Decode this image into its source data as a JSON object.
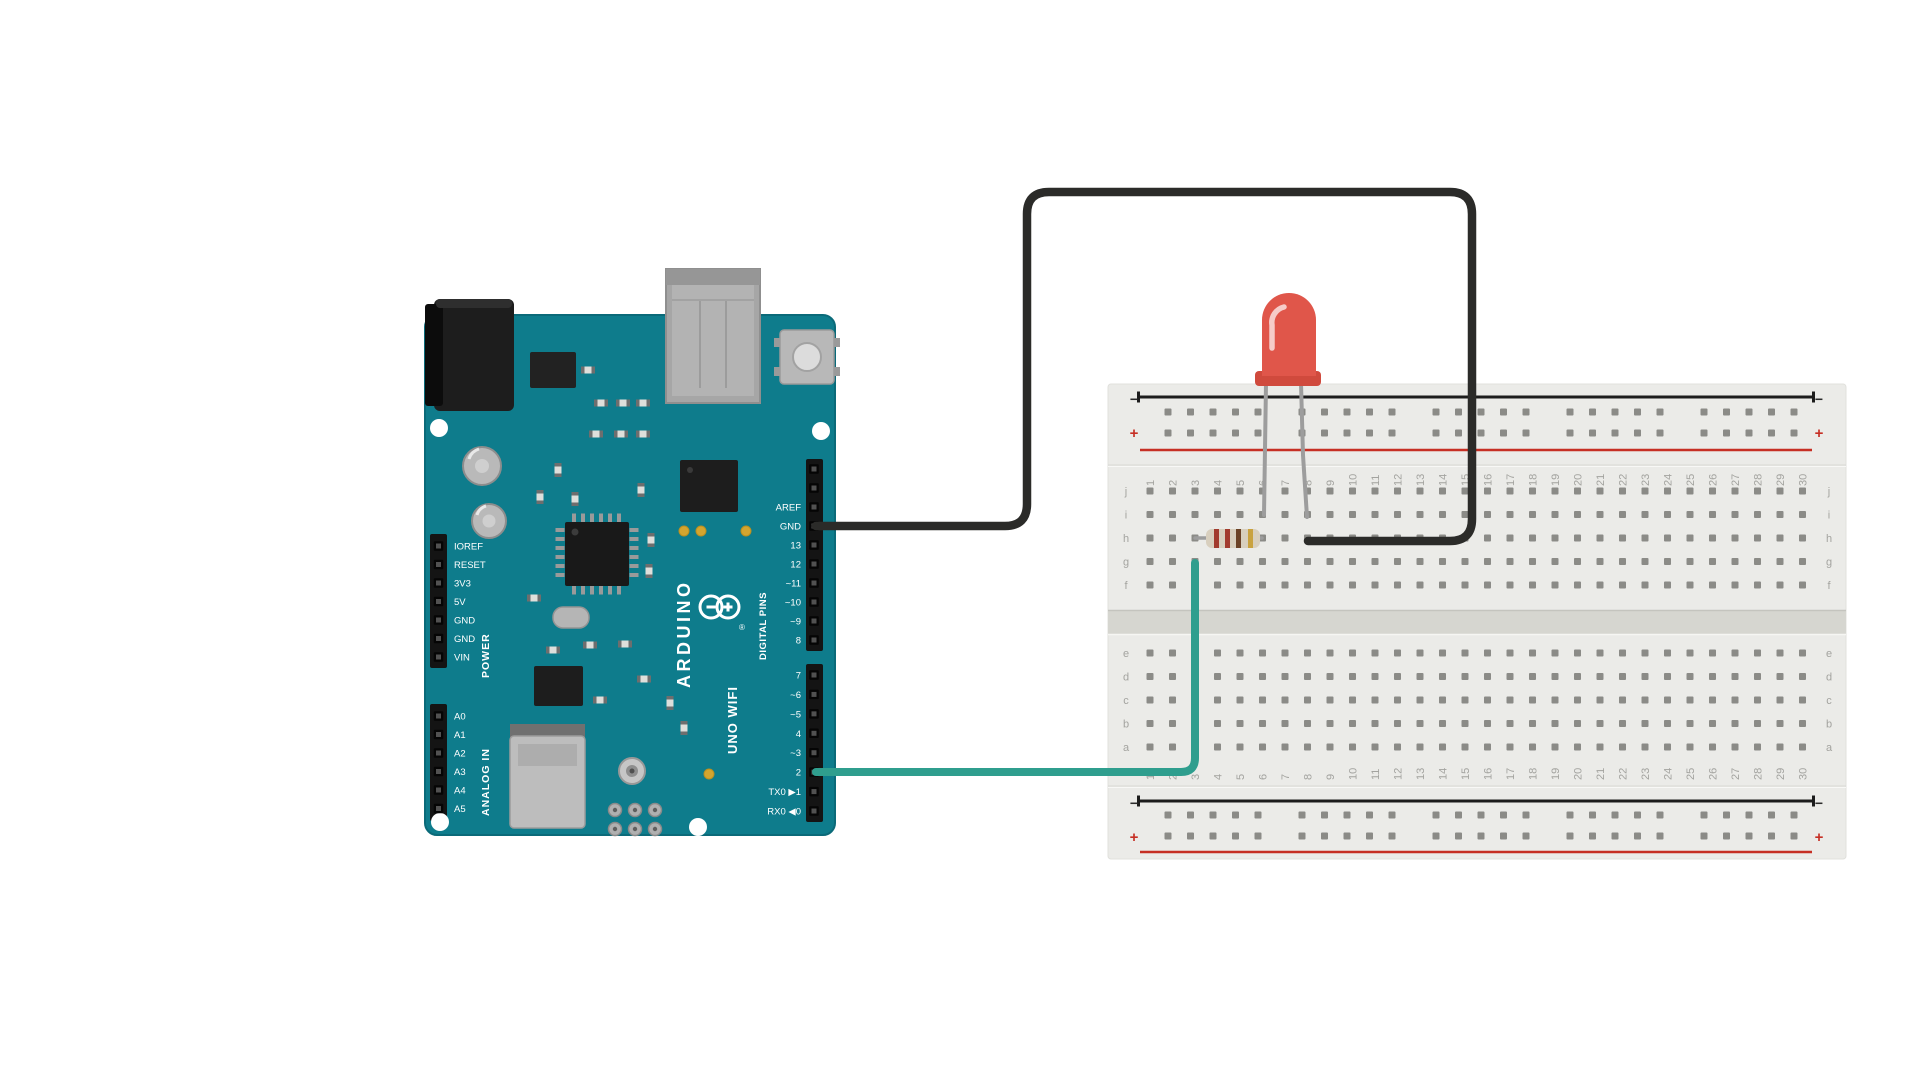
{
  "arduino": {
    "brand": "ARDUINO",
    "registered_mark": "®",
    "model": "UNO WIFI",
    "board_color": "#0e7c8c",
    "labels": {
      "power": "POWER",
      "analog": "ANALOG IN",
      "digital": "DIGITAL PINS"
    },
    "pins": {
      "power": [
        "IOREF",
        "RESET",
        "3V3",
        "5V",
        "GND",
        "GND",
        "VIN"
      ],
      "analog": [
        "A0",
        "A1",
        "A2",
        "A3",
        "A4",
        "A5"
      ],
      "digital_top": [
        "AREF",
        "GND",
        "13",
        "12",
        "~11",
        "~10",
        "~9",
        "8"
      ],
      "digital_bottom": [
        "7",
        "~6",
        "~5",
        "4",
        "~3",
        "2",
        "TX0 ▶1",
        "RX0 ◀0"
      ]
    }
  },
  "breadboard": {
    "columns": [
      "1",
      "2",
      "3",
      "4",
      "5",
      "6",
      "7",
      "8",
      "9",
      "10",
      "11",
      "12",
      "13",
      "14",
      "15",
      "16",
      "17",
      "18",
      "19",
      "20",
      "21",
      "22",
      "23",
      "24",
      "25",
      "26",
      "27",
      "28",
      "29",
      "30"
    ],
    "rows_top": [
      "j",
      "i",
      "h",
      "g",
      "f"
    ],
    "rows_bottom": [
      "e",
      "d",
      "c",
      "b",
      "a"
    ],
    "rail_plus": "+",
    "rail_minus": "−",
    "rail_red": "#c62f24",
    "rail_black": "#1c1c1c"
  },
  "components": {
    "led_color": "#e0564a",
    "led_flange_color": "#d04a3d",
    "wire_gnd_color": "#2b2b29",
    "wire_signal_color": "#2f9e8e",
    "resistor_body_color": "#d8cfbe",
    "resistor_bands": [
      "#a23b2e",
      "#a23b2e",
      "#6b4226",
      "#c9a23f"
    ]
  }
}
